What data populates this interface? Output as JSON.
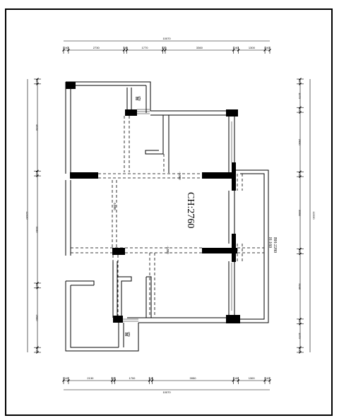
{
  "plan": {
    "ceiling_label": "CH:2760",
    "beam_note_1": "BH:2280",
    "beam_note_2": "H:160",
    "window_mark": "窗",
    "beam_h_1": "-1080",
    "beam_h_2": "-1080",
    "beam_v_1": "-1080"
  },
  "dims": {
    "top_total": "10070",
    "top_segments": [
      "240",
      "2730",
      "140",
      "1770",
      "120",
      "3360",
      "240",
      "1300",
      "240"
    ],
    "bottom_total": "10070",
    "bottom_segments": [
      "240",
      "2130",
      "120",
      "1700",
      "140",
      "3950",
      "240",
      "1300",
      "240"
    ],
    "left_total": "12220",
    "left_segments": [
      "240",
      "4330",
      "240",
      "5330",
      "240",
      "2960",
      "240"
    ],
    "right_total": "12220",
    "right_segments": [
      "240",
      "1170",
      "240",
      "2950",
      "240",
      "3590",
      "240",
      "3240",
      "240",
      "1170",
      "240"
    ]
  }
}
